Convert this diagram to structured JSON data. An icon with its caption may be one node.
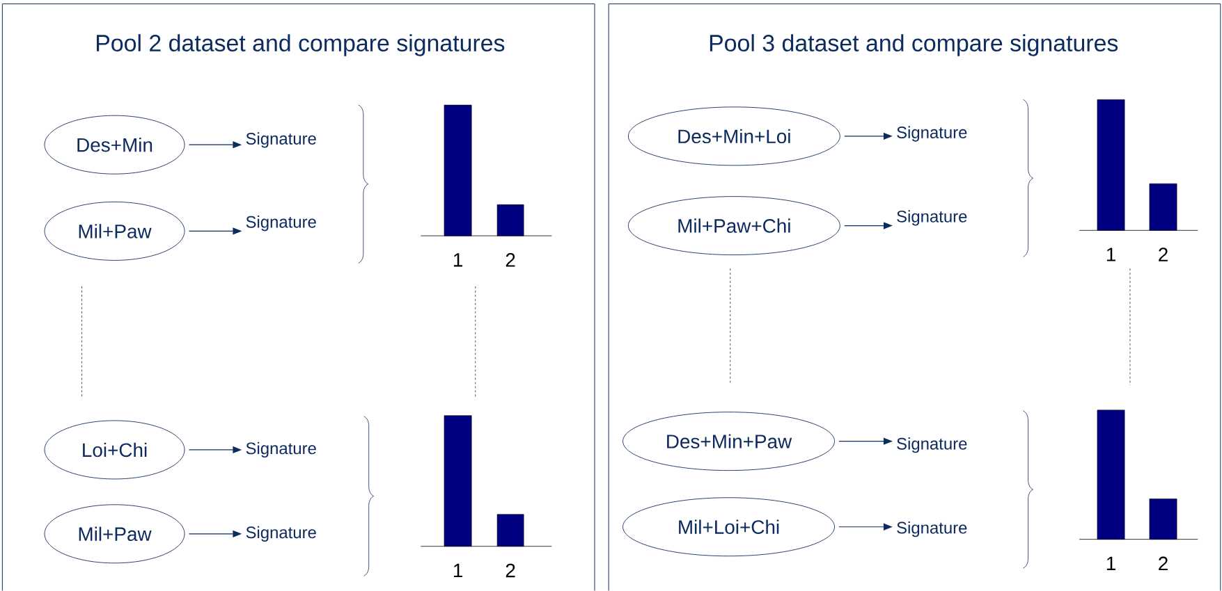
{
  "diagram": {
    "nodes": [
      {
        "text": [
          "Pool 2 dataset and compare signatures"
        ]
      },
      {
        "text": [
          "Des+Min"
        ],
        "in": 0
      },
      {
        "text": [
          "Signature"
        ],
        "in": 0
      },
      {
        "text": [
          "Mil+Paw"
        ],
        "in": 0
      },
      {
        "text": [
          "Signature"
        ],
        "in": 0
      },
      {
        "text": [
          "Loi+Chi"
        ],
        "in": 0
      },
      {
        "text": [
          "Signature"
        ],
        "in": 0
      },
      {
        "text": [
          "Mil+Paw"
        ],
        "in": 0
      },
      {
        "text": [
          "Signature"
        ],
        "in": 0
      },
      {
        "text": [
          "Pool 3 dataset and compare signatures"
        ]
      },
      {
        "text": [
          "Des+Min+Loi"
        ],
        "in": 9
      },
      {
        "text": [
          "Signature"
        ],
        "in": 9
      },
      {
        "text": [
          "Mil+Paw+Chi"
        ],
        "in": 9
      },
      {
        "text": [
          "Signature"
        ],
        "in": 9
      },
      {
        "text": [
          "Des+Min+Paw"
        ],
        "in": 9
      },
      {
        "text": [
          "Signature"
        ],
        "in": 9
      },
      {
        "text": [
          "Mil+Loi+Chi"
        ],
        "in": 9
      },
      {
        "text": [
          "Signature"
        ],
        "in": 9
      }
    ],
    "edges": [
      {
        "from": 1,
        "to": 2,
        "arrow": "to"
      },
      {
        "from": 3,
        "to": 4,
        "arrow": "to"
      },
      {
        "from": 5,
        "to": 6,
        "arrow": "to"
      },
      {
        "from": 7,
        "to": 8,
        "arrow": "to"
      },
      {
        "from": 10,
        "to": 11,
        "arrow": "to"
      },
      {
        "from": 12,
        "to": 13,
        "arrow": "to"
      },
      {
        "from": 14,
        "to": 15,
        "arrow": "to"
      },
      {
        "from": 16,
        "to": 17,
        "arrow": "to"
      }
    ],
    "labels": [
      "1",
      "2",
      "1",
      "2",
      "1",
      "2",
      "1",
      "2"
    ]
  }
}
